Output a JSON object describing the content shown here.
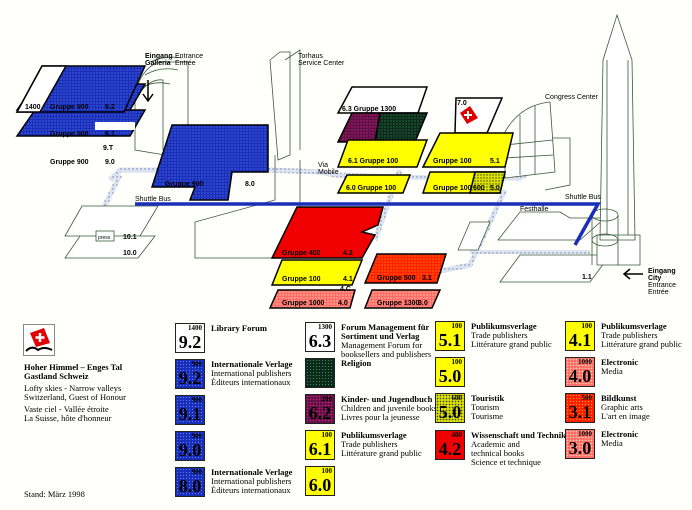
{
  "map": {
    "entrance_galleria": [
      "Eingang",
      "Galleria"
    ],
    "entrance_galleria_en": [
      "Entrance",
      "Entrée"
    ],
    "torhaus": [
      "Torhaus",
      "Service Center"
    ],
    "via_mobile": [
      "Via",
      "Mobile"
    ],
    "shuttle_bus_left": "Shuttle Bus",
    "shuttle_bus_right": "Shuttle Bus",
    "congress_center": "Congress Center",
    "festhalle": "Festhalle",
    "entrance_city": [
      "Eingang",
      "City",
      "Entrance",
      "Entrée"
    ],
    "halls": {
      "h92": {
        "left": "1400",
        "group": "Gruppe 900",
        "num": "9.2"
      },
      "h91": {
        "group": "Gruppe 900",
        "num": "9.1"
      },
      "h9t": {
        "num": "9.T"
      },
      "h90": {
        "group": "Gruppe 900",
        "num": "9.0"
      },
      "h80": {
        "group": "Gruppe 900",
        "num": "8.0"
      },
      "h101": {
        "num": "10.1",
        "press": "press"
      },
      "h100": {
        "num": "10.0"
      },
      "h63": {
        "label": "6.3  Gruppe 1300"
      },
      "h61": {
        "label": "6.1  Gruppe 100"
      },
      "h60": {
        "label": "6.0  Gruppe 100"
      },
      "h70": {
        "num": "7.0"
      },
      "h51": {
        "group": "Gruppe 100",
        "num": "5.1"
      },
      "h50": {
        "group": "Gruppe 100",
        "sub": "600",
        "num": "5.0"
      },
      "h42": {
        "group": "Gruppe 400",
        "num": "4.2"
      },
      "h41": {
        "group": "Gruppe 100",
        "num": "4.1"
      },
      "h4c": {
        "num": "4.C"
      },
      "h40": {
        "group": "Gruppe 1000",
        "num": "4.0"
      },
      "h31": {
        "group": "Gruppe 500",
        "num": "3.1"
      },
      "h30": {
        "group": "Gruppe 1300",
        "num": "3.0"
      },
      "h11": {
        "num": "1.1"
      }
    }
  },
  "guest": {
    "de": [
      "Hoher Himmel – Enges Tal",
      "Gastland Schweiz"
    ],
    "en": [
      "Lofty skies - Narrow valleys",
      "Switzerland, Guest of Honour"
    ],
    "fr": [
      "Vaste ciel - Vallée étroite",
      "La Suisse, hôte d'honneur"
    ]
  },
  "stand": "Stand: März 1998",
  "legend": [
    {
      "code": "1400",
      "hall": "9.2",
      "lines": [
        "Library Forum"
      ]
    },
    {
      "code": "900",
      "hall": "9.2",
      "lines": [
        "Internationale Verlage",
        "International publishers",
        "Éditeurs internationaux"
      ]
    },
    {
      "code": "900",
      "hall": "9.1",
      "lines": []
    },
    {
      "code": "900",
      "hall": "9.0",
      "lines": []
    },
    {
      "code": "900",
      "hall": "8.0",
      "lines": [
        "Internationale Verlage",
        "International publishers",
        "Éditeurs internationaux"
      ]
    },
    {
      "code": "1300",
      "hall": "6.3",
      "lines": [
        "Forum Management für",
        "Sortiment und Verlag",
        "Management Forum for",
        "booksellers and publishers"
      ]
    },
    {
      "code": "",
      "hall": "",
      "lines": [
        "Religion"
      ]
    },
    {
      "code": "200",
      "hall": "6.2",
      "lines": [
        "Kinder- und Jugendbuch",
        "Children and juvenile books",
        "Livres pour la jeunesse"
      ]
    },
    {
      "code": "100",
      "hall": "6.1",
      "lines": [
        "Publikumsverlage",
        "Trade publishers",
        "Littérature grand public"
      ]
    },
    {
      "code": "100",
      "hall": "6.0",
      "lines": []
    },
    {
      "code": "100",
      "hall": "5.1",
      "lines": [
        "Publikumsverlage",
        "Trade publishers",
        "Littérature grand public"
      ]
    },
    {
      "code": "100",
      "hall": "5.0",
      "lines": []
    },
    {
      "code": "600",
      "hall": "5.0",
      "lines": [
        "Touristik",
        "Tourism",
        "Tourisme"
      ]
    },
    {
      "code": "400",
      "hall": "4.2",
      "lines": [
        "Wissenschaft und Technik",
        "Academic and",
        "technical books",
        "Science et technique"
      ]
    },
    {
      "code": "100",
      "hall": "4.1",
      "lines": [
        "Publikumsverlage",
        "Trade publishers",
        "Littérature grand public"
      ]
    },
    {
      "code": "1000",
      "hall": "4.0",
      "lines": [
        "Electronic",
        "Media"
      ]
    },
    {
      "code": "500",
      "hall": "3.1",
      "lines": [
        "Bildkunst",
        "Graphic arts",
        "L'art en image"
      ]
    },
    {
      "code": "1000",
      "hall": "3.0",
      "lines": [
        "Electronic",
        "Media"
      ]
    }
  ]
}
